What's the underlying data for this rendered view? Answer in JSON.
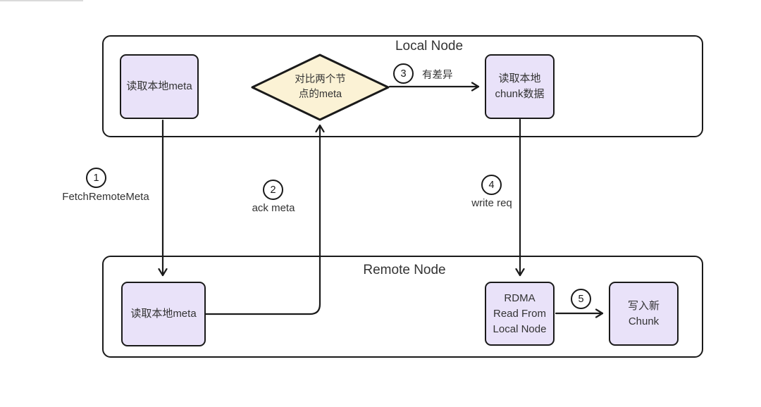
{
  "nodes": {
    "local": {
      "label": "Local Node",
      "read_meta": {
        "lines": [
          "读取本地meta"
        ]
      },
      "compare_diamond": {
        "lines": [
          "对比两个节",
          "点的meta"
        ]
      },
      "read_chunk": {
        "lines": [
          "读取本地",
          "chunk数据"
        ]
      }
    },
    "remote": {
      "label": "Remote Node",
      "read_meta": {
        "lines": [
          "读取本地meta"
        ]
      },
      "rdma_read": {
        "lines": [
          "RDMA",
          "Read From",
          "Local Node"
        ]
      },
      "write_chunk": {
        "lines": [
          "写入新",
          "Chunk"
        ]
      }
    }
  },
  "steps": {
    "s1": {
      "num": "1",
      "label": "FetchRemoteMeta"
    },
    "s2": {
      "num": "2",
      "label": "ack meta"
    },
    "s3": {
      "num": "3",
      "label": "有差异"
    },
    "s4": {
      "num": "4",
      "label": "write req"
    },
    "s5": {
      "num": "5"
    }
  },
  "colors": {
    "box_fill": "#e9e2f9",
    "diamond_fill": "#fbf2d5",
    "stroke": "#1a1a1a",
    "text": "#333333",
    "background": "#ffffff"
  }
}
